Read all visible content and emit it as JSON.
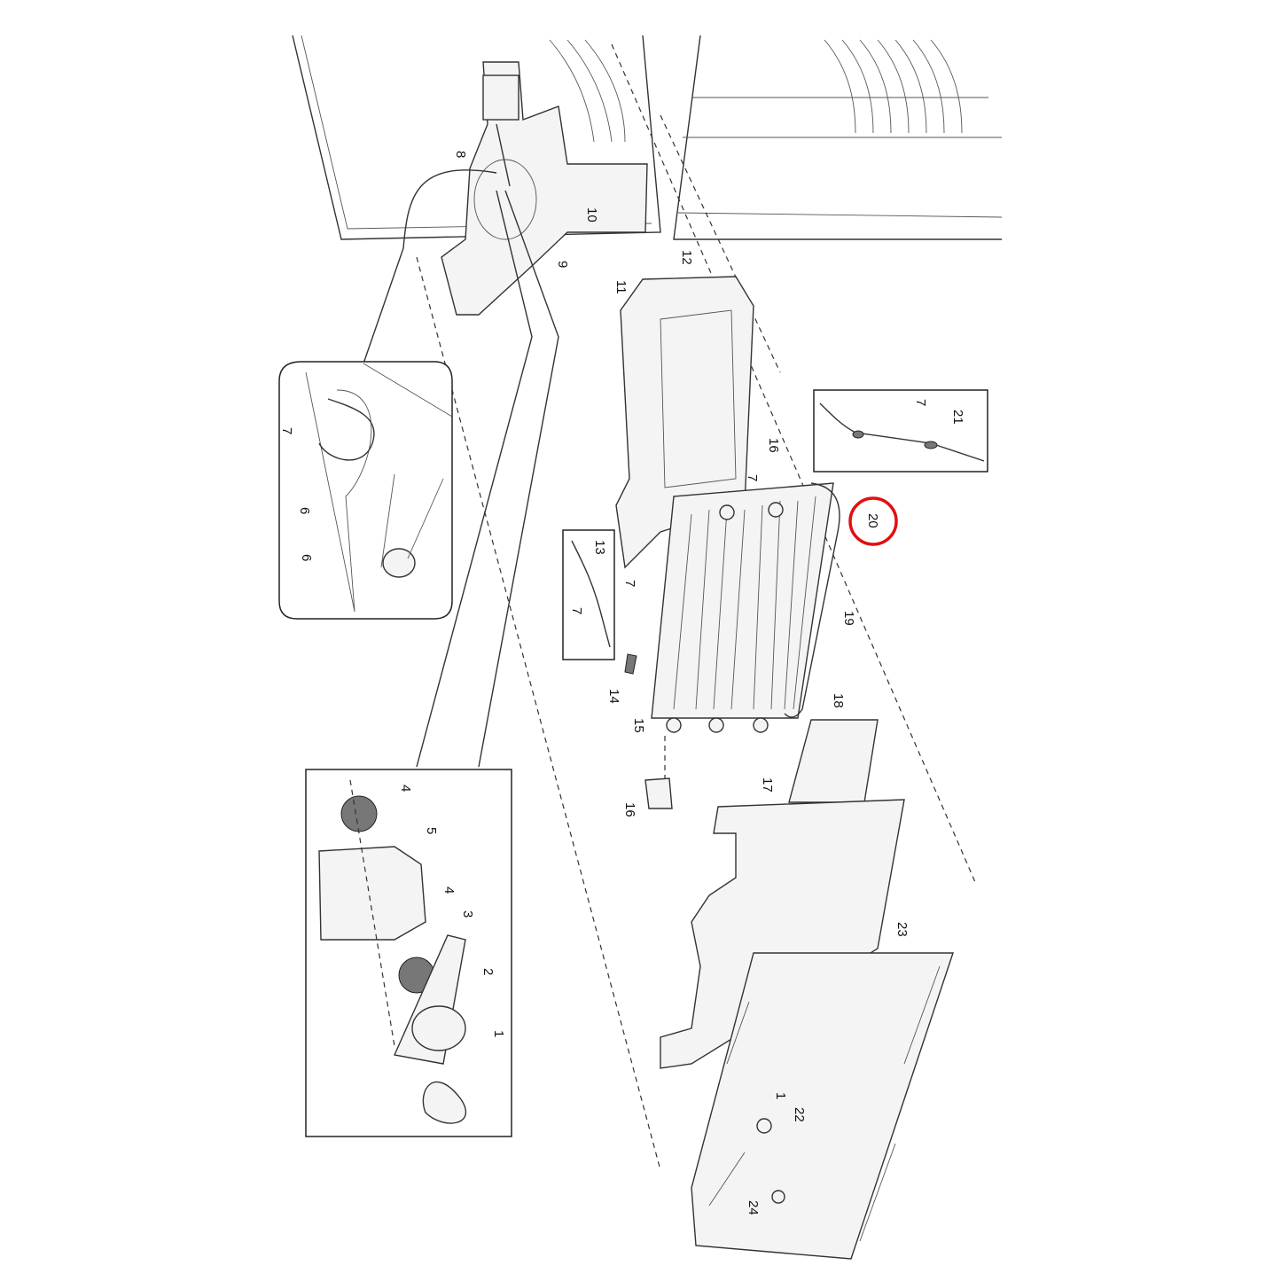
{
  "diagram": {
    "highlight_color": "#e01010",
    "highlighted_part": "20",
    "callouts": [
      "8",
      "10",
      "9",
      "12",
      "11",
      "7",
      "6",
      "6",
      "16",
      "7",
      "7",
      "21",
      "20",
      "13",
      "7",
      "7",
      "19",
      "14",
      "15",
      "18",
      "17",
      "16",
      "4",
      "5",
      "4",
      "3",
      "2",
      "1",
      "23",
      "1",
      "22",
      "24"
    ]
  }
}
